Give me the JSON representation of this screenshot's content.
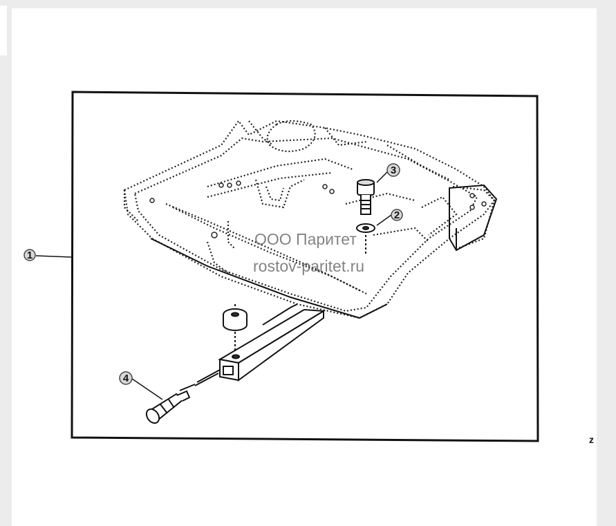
{
  "diagram": {
    "callouts": [
      {
        "id": "callout-1",
        "label": "1"
      },
      {
        "id": "callout-2",
        "label": "2"
      },
      {
        "id": "callout-3",
        "label": "3"
      },
      {
        "id": "callout-4",
        "label": "4"
      }
    ],
    "watermark_line1": "ООО Паритет",
    "watermark_line2": "rostov-paritet.ru",
    "corner_mark": "z"
  }
}
